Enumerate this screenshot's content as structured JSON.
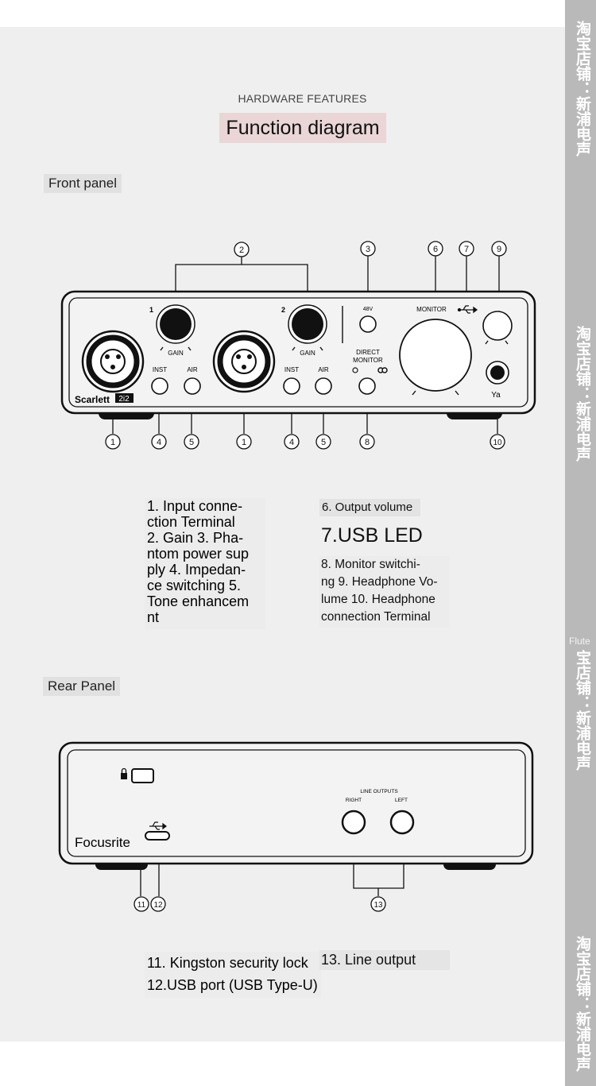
{
  "sidebar": {
    "labels": [
      "淘宝店铺：新浦电声",
      "淘宝店铺：新浦电声",
      "宝店铺：新浦电声",
      "淘宝店铺：新浦电声"
    ],
    "flute": "Flute"
  },
  "header": {
    "kicker": "HARDWARE FEATURES",
    "title": "Function diagram"
  },
  "front": {
    "section": "Front panel",
    "device": {
      "brand": "Scarlett",
      "model": "2i2",
      "gain": "GAIN",
      "ch1": "1",
      "ch2": "2",
      "inst": "INST",
      "air": "AIR",
      "p48v": "48V",
      "direct": "DIRECT",
      "monitor": "MONITOR",
      "monitor_knob": "MONITOR",
      "hp_mark": "Ya"
    },
    "callouts_top": [
      "2",
      "3",
      "6",
      "7",
      "9"
    ],
    "callouts_bottom": [
      "1",
      "4",
      "5",
      "1",
      "4",
      "5",
      "8",
      "10"
    ],
    "desc_left": [
      "1. Input conne-",
      "ction Terminal",
      "2. Gain 3. Pha-",
      "ntom power sup",
      "ply 4. Impedan-",
      "ce switching 5.",
      "Tone enhancem",
      "nt"
    ],
    "desc_right_1": "6. Output volume",
    "desc_right_2": "7.USB LED",
    "desc_right_3": [
      "8. Monitor switchi-",
      "ng 9. Headphone Vo-",
      "lume 10. Headphone",
      "connection Terminal"
    ]
  },
  "rear": {
    "section": "Rear Panel",
    "device": {
      "brand": "Focusrite",
      "line_outputs": "LINE OUTPUTS",
      "right": "RIGHT",
      "left": "LEFT"
    },
    "callouts": [
      "11",
      "12",
      "13"
    ],
    "desc_1": "11. Kingston security lock",
    "desc_2": "12.USB port (USB Type-U)",
    "desc_3": "13. Line output"
  }
}
